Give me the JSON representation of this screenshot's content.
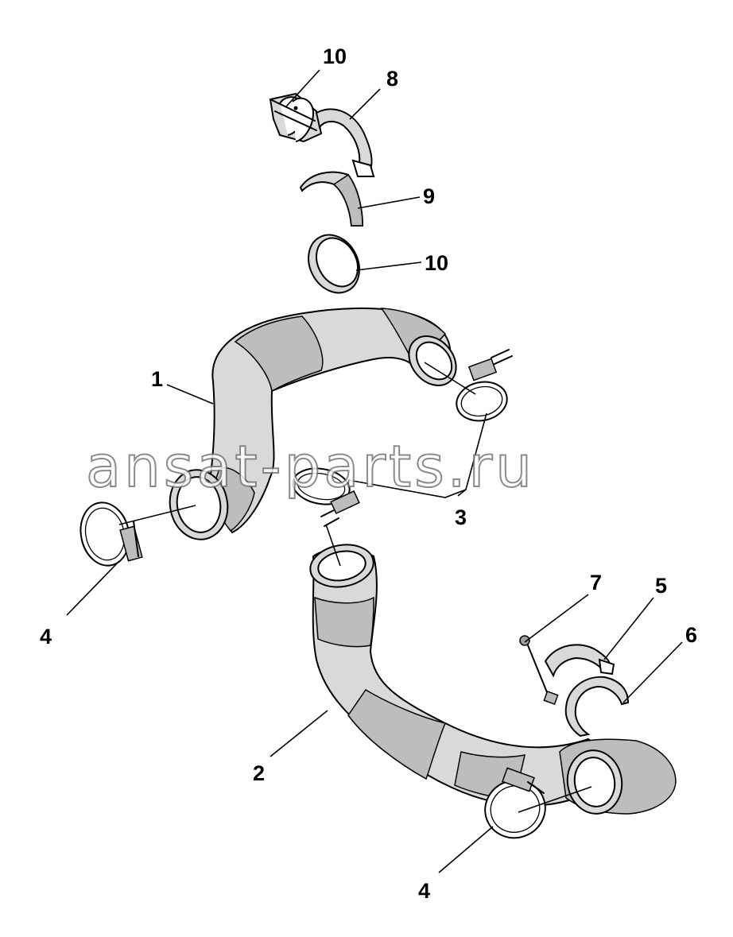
{
  "watermark": "ansat-parts.ru",
  "callouts": [
    {
      "id": "c10a",
      "label": "10"
    },
    {
      "id": "c8",
      "label": "8"
    },
    {
      "id": "c9",
      "label": "9"
    },
    {
      "id": "c10b",
      "label": "10"
    },
    {
      "id": "c1",
      "label": "1"
    },
    {
      "id": "c3",
      "label": "3"
    },
    {
      "id": "c4a",
      "label": "4"
    },
    {
      "id": "c7",
      "label": "7"
    },
    {
      "id": "c5",
      "label": "5"
    },
    {
      "id": "c6",
      "label": "6"
    },
    {
      "id": "c2",
      "label": "2"
    },
    {
      "id": "c4b",
      "label": "4"
    }
  ]
}
